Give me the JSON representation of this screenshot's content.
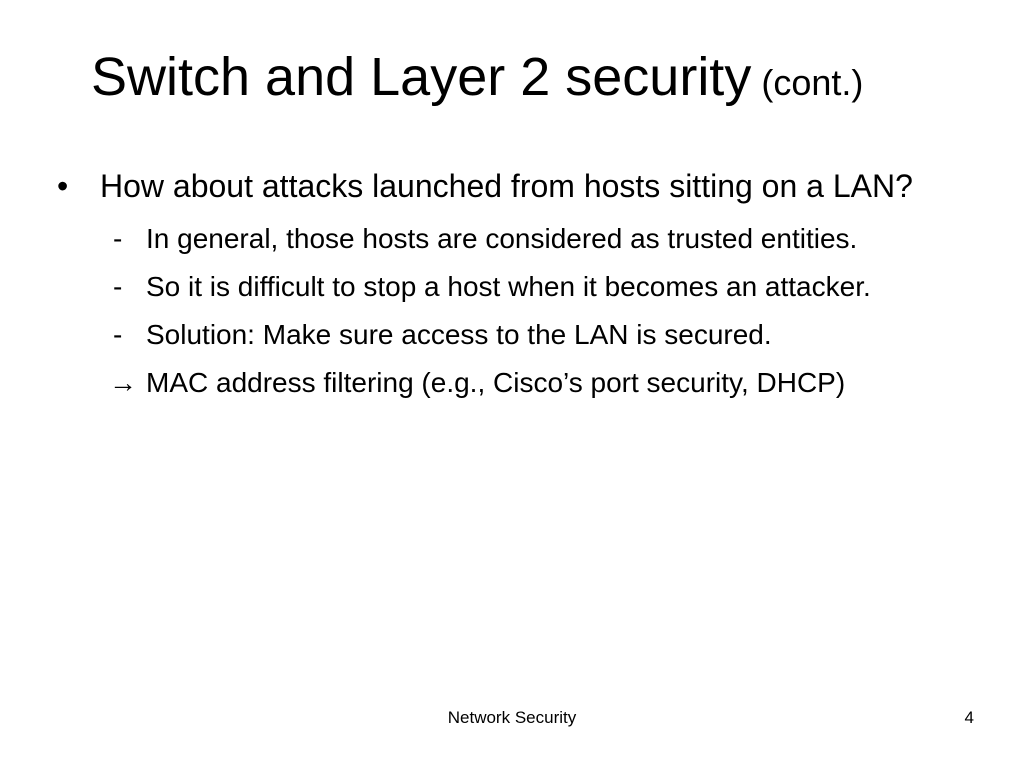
{
  "slide": {
    "title": {
      "main": "Switch and Layer 2 security",
      "suffix": "(cont.)"
    },
    "bullet": {
      "marker": "•",
      "text": "How about attacks launched from hosts sitting on a LAN?"
    },
    "sub_items": [
      {
        "marker": "-",
        "text": "In general, those hosts are considered as trusted entities."
      },
      {
        "marker": "-",
        "text": "So it is difficult to stop a host when it becomes an attacker."
      },
      {
        "marker": "-",
        "text": "Solution: Make sure access to the LAN is secured."
      }
    ],
    "arrow_item": {
      "marker": "→",
      "text": "MAC address filtering (e.g., Cisco’s port security, DHCP)"
    },
    "footer": {
      "center": "Network Security",
      "page_number": "4"
    }
  }
}
